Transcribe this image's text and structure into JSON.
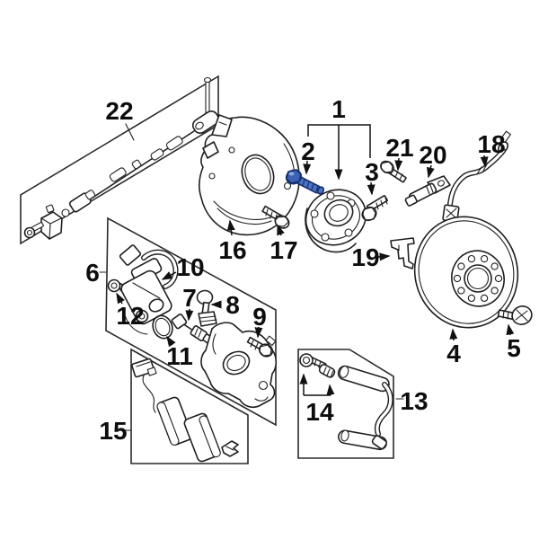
{
  "figure": {
    "background": "#ffffff",
    "line_color": "#1f1f1f",
    "highlight_fill": "#4a72c4",
    "highlight_stroke": "#182f6d",
    "highlighted_callout": "2"
  },
  "callouts": {
    "n1": "1",
    "n2": "2",
    "n3": "3",
    "n4": "4",
    "n5": "5",
    "n6": "6",
    "n7": "7",
    "n8": "8",
    "n9": "9",
    "n10": "10",
    "n11": "11",
    "n12": "12",
    "n13": "13",
    "n14": "14",
    "n15": "15",
    "n16": "16",
    "n17": "17",
    "n18": "18",
    "n19": "19",
    "n20": "20",
    "n21": "21",
    "n22": "22"
  }
}
